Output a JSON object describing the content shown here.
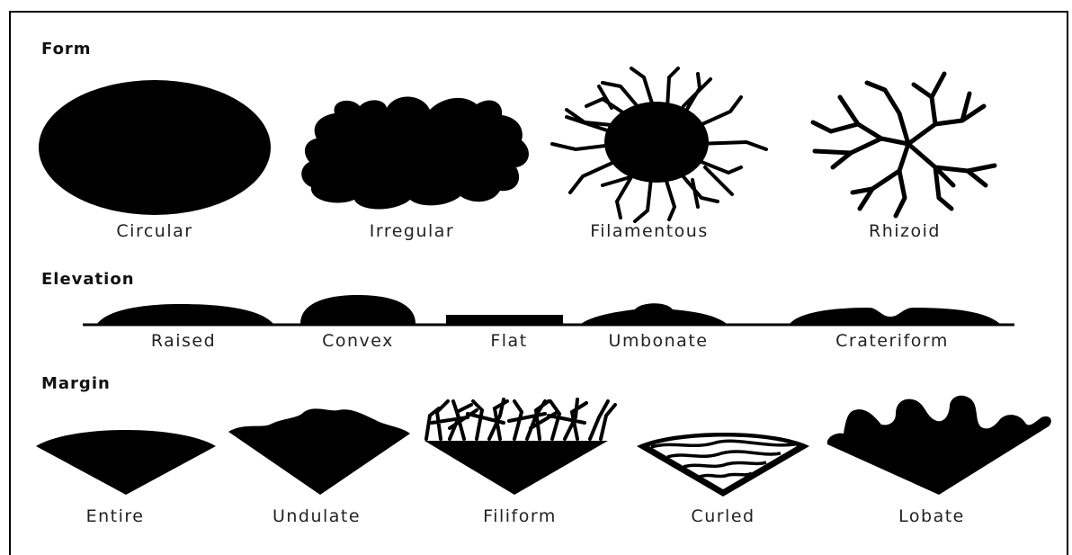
{
  "sections": {
    "form": {
      "title": "Form",
      "labels": [
        "Circular",
        "Irregular",
        "Filamentous",
        "Rhizoid"
      ]
    },
    "elevation": {
      "title": "Elevation",
      "labels": [
        "Raised",
        "Convex",
        "Flat",
        "Umbonate",
        "Crateriform"
      ]
    },
    "margin": {
      "title": "Margin",
      "labels": [
        "Entire",
        "Undulate",
        "Filiform",
        "Curled",
        "Lobate"
      ]
    }
  }
}
